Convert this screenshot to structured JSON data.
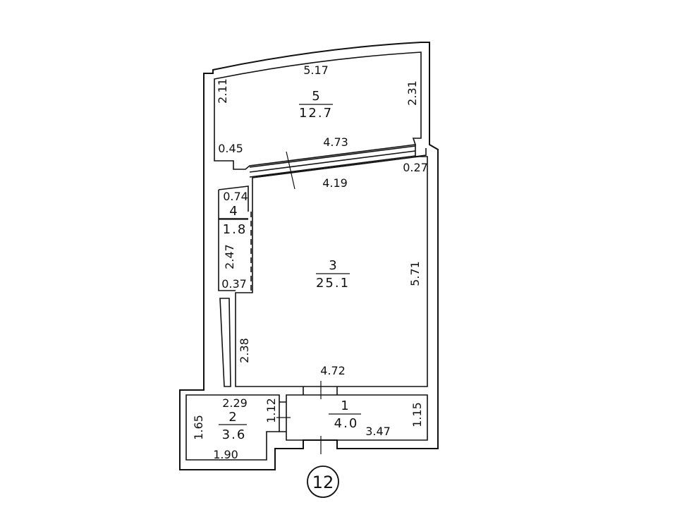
{
  "plan": {
    "floor_label": "12",
    "rooms": [
      {
        "number": "1",
        "area": "4.0"
      },
      {
        "number": "2",
        "area": "3.6"
      },
      {
        "number": "3",
        "area": "25.1"
      },
      {
        "number": "4",
        "area": "1.8"
      },
      {
        "number": "5",
        "area": "12.7"
      }
    ],
    "dimensions": {
      "balcony_top": "5.17",
      "balcony_left": "2.11",
      "balcony_right": "2.31",
      "balcony_inner": "4.73",
      "balcony_offset_left": "0.45",
      "room3_top": "4.19",
      "room3_offset_right": "0.27",
      "room3_right": "5.71",
      "room3_bottom": "4.72",
      "room3_left_lower": "2.38",
      "closet_top": "0.74",
      "closet_left": "2.47",
      "closet_bottom": "0.37",
      "room2_top": "2.29",
      "room2_left": "1.65",
      "room2_bottom": "1.90",
      "room1_left": "1.12",
      "room1_right": "1.15",
      "room1_bottom": "3.47"
    }
  }
}
